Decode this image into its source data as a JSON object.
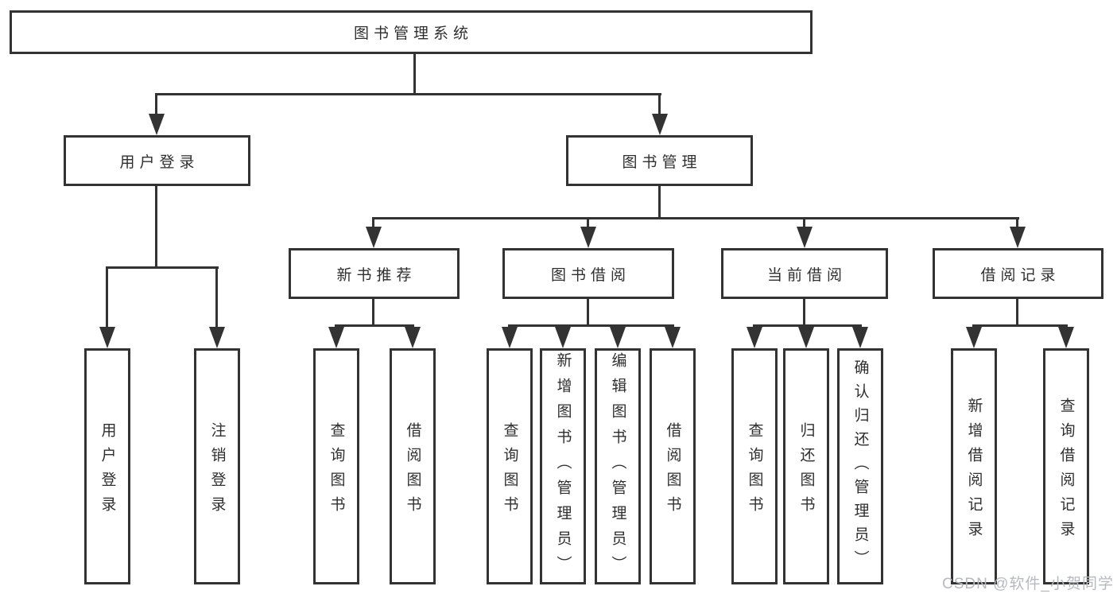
{
  "nodes": {
    "root": {
      "label": "图书管理系统"
    },
    "level1": [
      {
        "key": "user-login",
        "label": "用户登录"
      },
      {
        "key": "book-management",
        "label": "图书管理"
      }
    ],
    "level2": [
      {
        "key": "new-book-recommend",
        "label": "新书推荐"
      },
      {
        "key": "book-borrowing",
        "label": "图书借阅"
      },
      {
        "key": "current-borrowing",
        "label": "当前借阅"
      },
      {
        "key": "borrowing-records",
        "label": "借阅记录"
      }
    ],
    "leaves": [
      {
        "key": "user-login-leaf",
        "label": "用户登录"
      },
      {
        "key": "logout-login",
        "label": "注销登录"
      },
      {
        "key": "query-books-recommend",
        "label": "查询图书"
      },
      {
        "key": "borrow-books-recommend",
        "label": "借阅图书"
      },
      {
        "key": "query-books-borrowing",
        "label": "查询图书"
      },
      {
        "key": "add-books-admin",
        "label": "新增图书（管理员）"
      },
      {
        "key": "edit-books-admin",
        "label": "编辑图书（管理员）"
      },
      {
        "key": "borrow-books-borrowing",
        "label": "借阅图书"
      },
      {
        "key": "query-books-current",
        "label": "查询图书"
      },
      {
        "key": "return-books",
        "label": "归还图书"
      },
      {
        "key": "confirm-return-admin",
        "label": "确认归还（管理员）"
      },
      {
        "key": "add-borrow-record",
        "label": "新增借阅记录"
      },
      {
        "key": "query-borrow-record",
        "label": "查询借阅记录"
      }
    ]
  },
  "watermark": {
    "text": "CSDN @软件_小贺同学"
  },
  "colors": {
    "line": "#333333",
    "text": "#2f2f2f",
    "box_background": "#ffffff",
    "watermark": "#b6bac0",
    "background": "#ffffff"
  }
}
